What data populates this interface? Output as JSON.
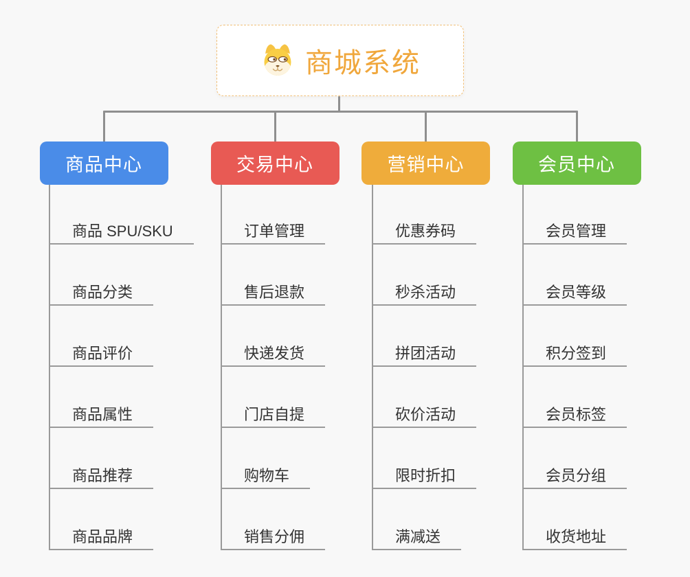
{
  "root": {
    "label": "商城系统",
    "icon": "dog-face-icon",
    "text_color": "#f0a73c",
    "border_color": "#f2c078"
  },
  "connector_color": "#8f8f8f",
  "leaf_style": {
    "line_color": "#9a9a9a",
    "text_color": "#333333"
  },
  "branches": [
    {
      "label": "商品中心",
      "color": "#4a8ce8",
      "items": [
        "商品 SPU/SKU",
        "商品分类",
        "商品评价",
        "商品属性",
        "商品推荐",
        "商品品牌"
      ]
    },
    {
      "label": "交易中心",
      "color": "#e85a54",
      "items": [
        "订单管理",
        "售后退款",
        "快递发货",
        "门店自提",
        "购物车",
        "销售分佣"
      ]
    },
    {
      "label": "营销中心",
      "color": "#efac3b",
      "items": [
        "优惠券码",
        "秒杀活动",
        "拼团活动",
        "砍价活动",
        "限时折扣",
        "满减送"
      ]
    },
    {
      "label": "会员中心",
      "color": "#6ec043",
      "items": [
        "会员管理",
        "会员等级",
        "积分签到",
        "会员标签",
        "会员分组",
        "收货地址"
      ]
    }
  ]
}
